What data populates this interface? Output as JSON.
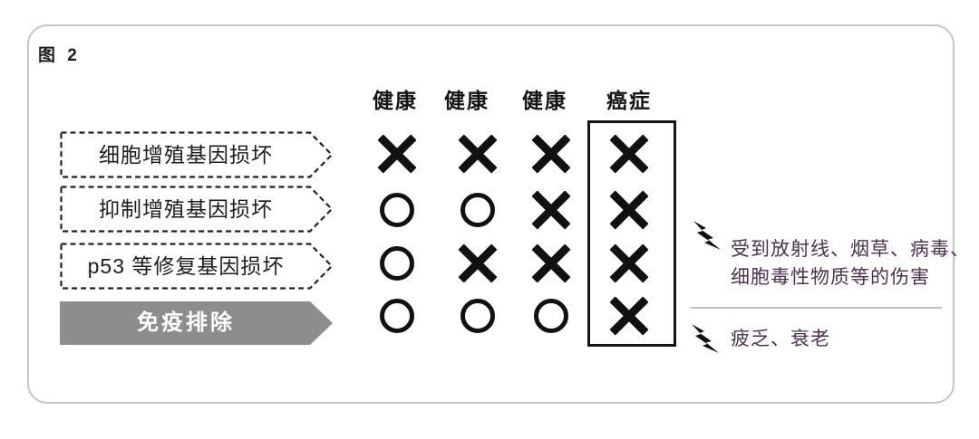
{
  "figure": {
    "title": "图 2"
  },
  "columns": [
    {
      "label": "健康"
    },
    {
      "label": "健康"
    },
    {
      "label": "健康"
    },
    {
      "label": "癌症"
    }
  ],
  "rows": [
    {
      "label": "细胞增殖基因损坏",
      "box_style": "dashed",
      "cells": [
        "X",
        "X",
        "X",
        "X"
      ]
    },
    {
      "label": "抑制增殖基因损坏",
      "box_style": "dashed",
      "cells": [
        "O",
        "O",
        "X",
        "X"
      ]
    },
    {
      "label": "p53 等修复基因损坏",
      "box_style": "dashed",
      "cells": [
        "O",
        "X",
        "X",
        "X"
      ]
    },
    {
      "label": "免疫排除",
      "box_style": "solid-gray",
      "cells": [
        "O",
        "O",
        "O",
        "X"
      ]
    }
  ],
  "legend": {
    "cancer_column_highlight": "solid black rectangle around 癌症 column"
  },
  "annotations": [
    {
      "icon": "lightning-icon",
      "lines": [
        "受到放射线、烟草、病毒、",
        "细胞毒性物质等的伤害"
      ]
    },
    {
      "icon": "lightning-icon",
      "lines": [
        "疲乏、衰老"
      ]
    }
  ],
  "colors": {
    "symbol_black": "#111111",
    "solid_arrow_gray": "#8d8d8d",
    "annotation_text": "#4d3150",
    "panel_border": "#c6c6c9",
    "separator": "#bdbdc2"
  }
}
